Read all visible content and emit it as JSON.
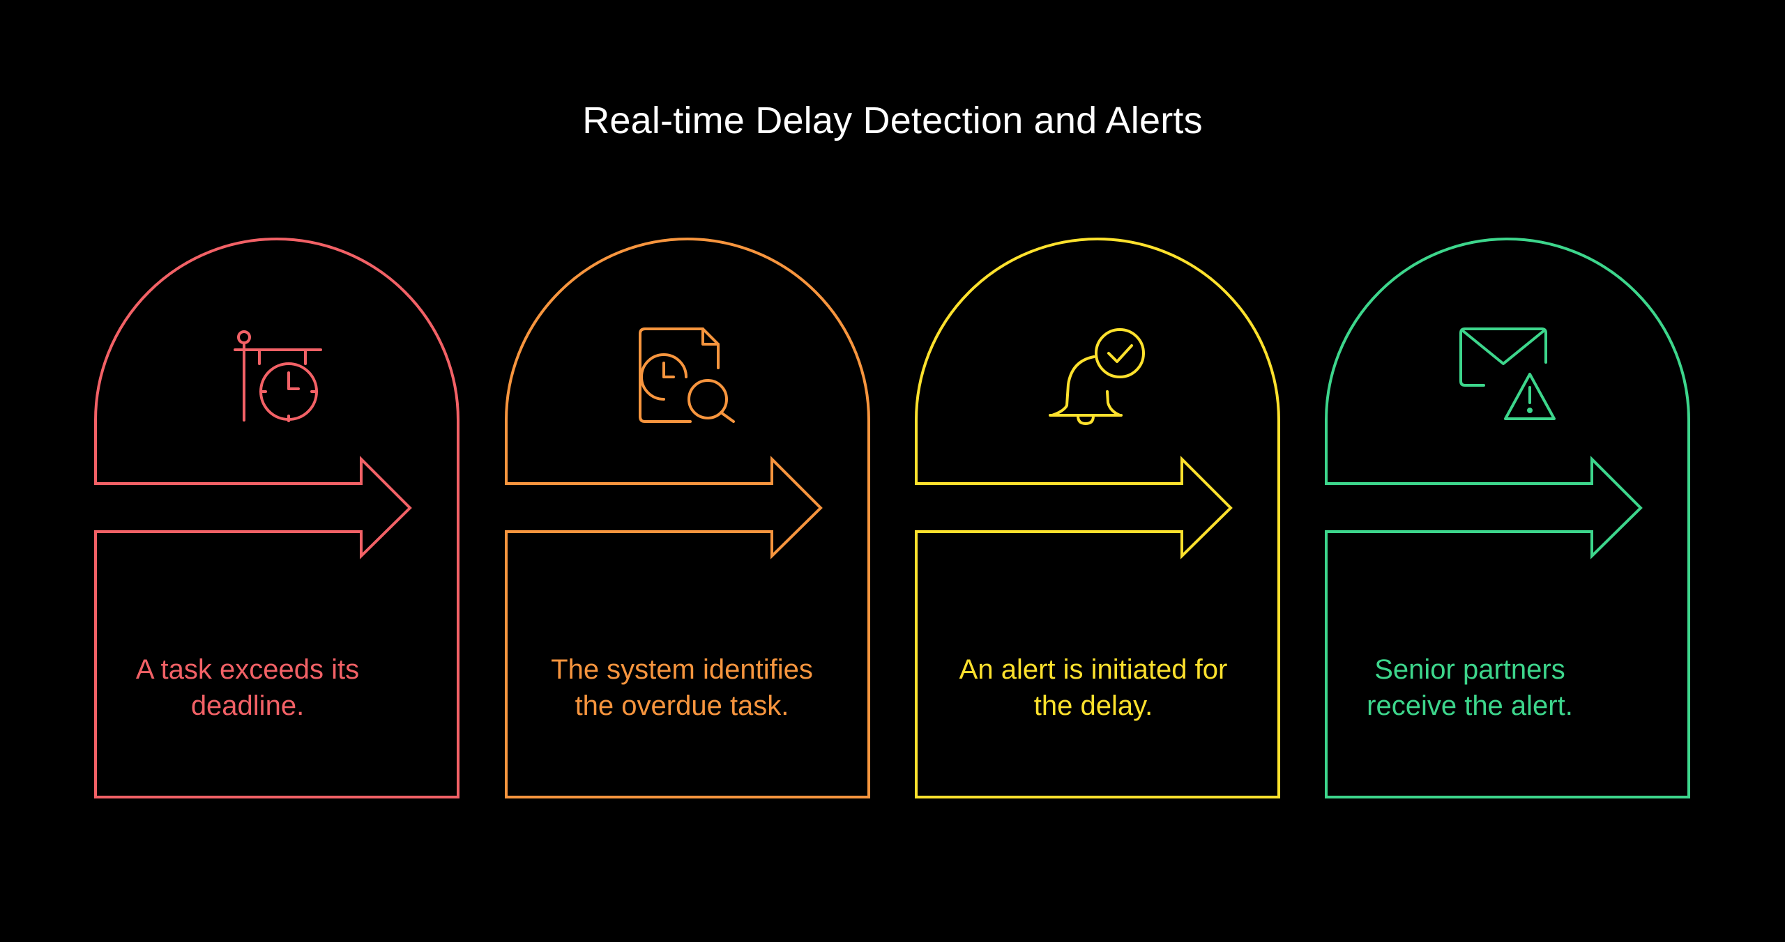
{
  "title": "Real-time Delay Detection and Alerts",
  "steps": [
    {
      "color": "#f26166",
      "icon": "signpost-clock-icon",
      "text_lines": [
        "A task exceeds its",
        "deadline."
      ]
    },
    {
      "color": "#f7953e",
      "icon": "document-clock-search-icon",
      "text_lines": [
        "The system identifies",
        "the overdue task."
      ]
    },
    {
      "color": "#fde12d",
      "icon": "bell-check-icon",
      "text_lines": [
        "An alert is initiated for",
        "the delay."
      ]
    },
    {
      "color": "#3dd68c",
      "icon": "mail-warning-icon",
      "text_lines": [
        "Senior partners",
        "receive the alert."
      ]
    }
  ]
}
